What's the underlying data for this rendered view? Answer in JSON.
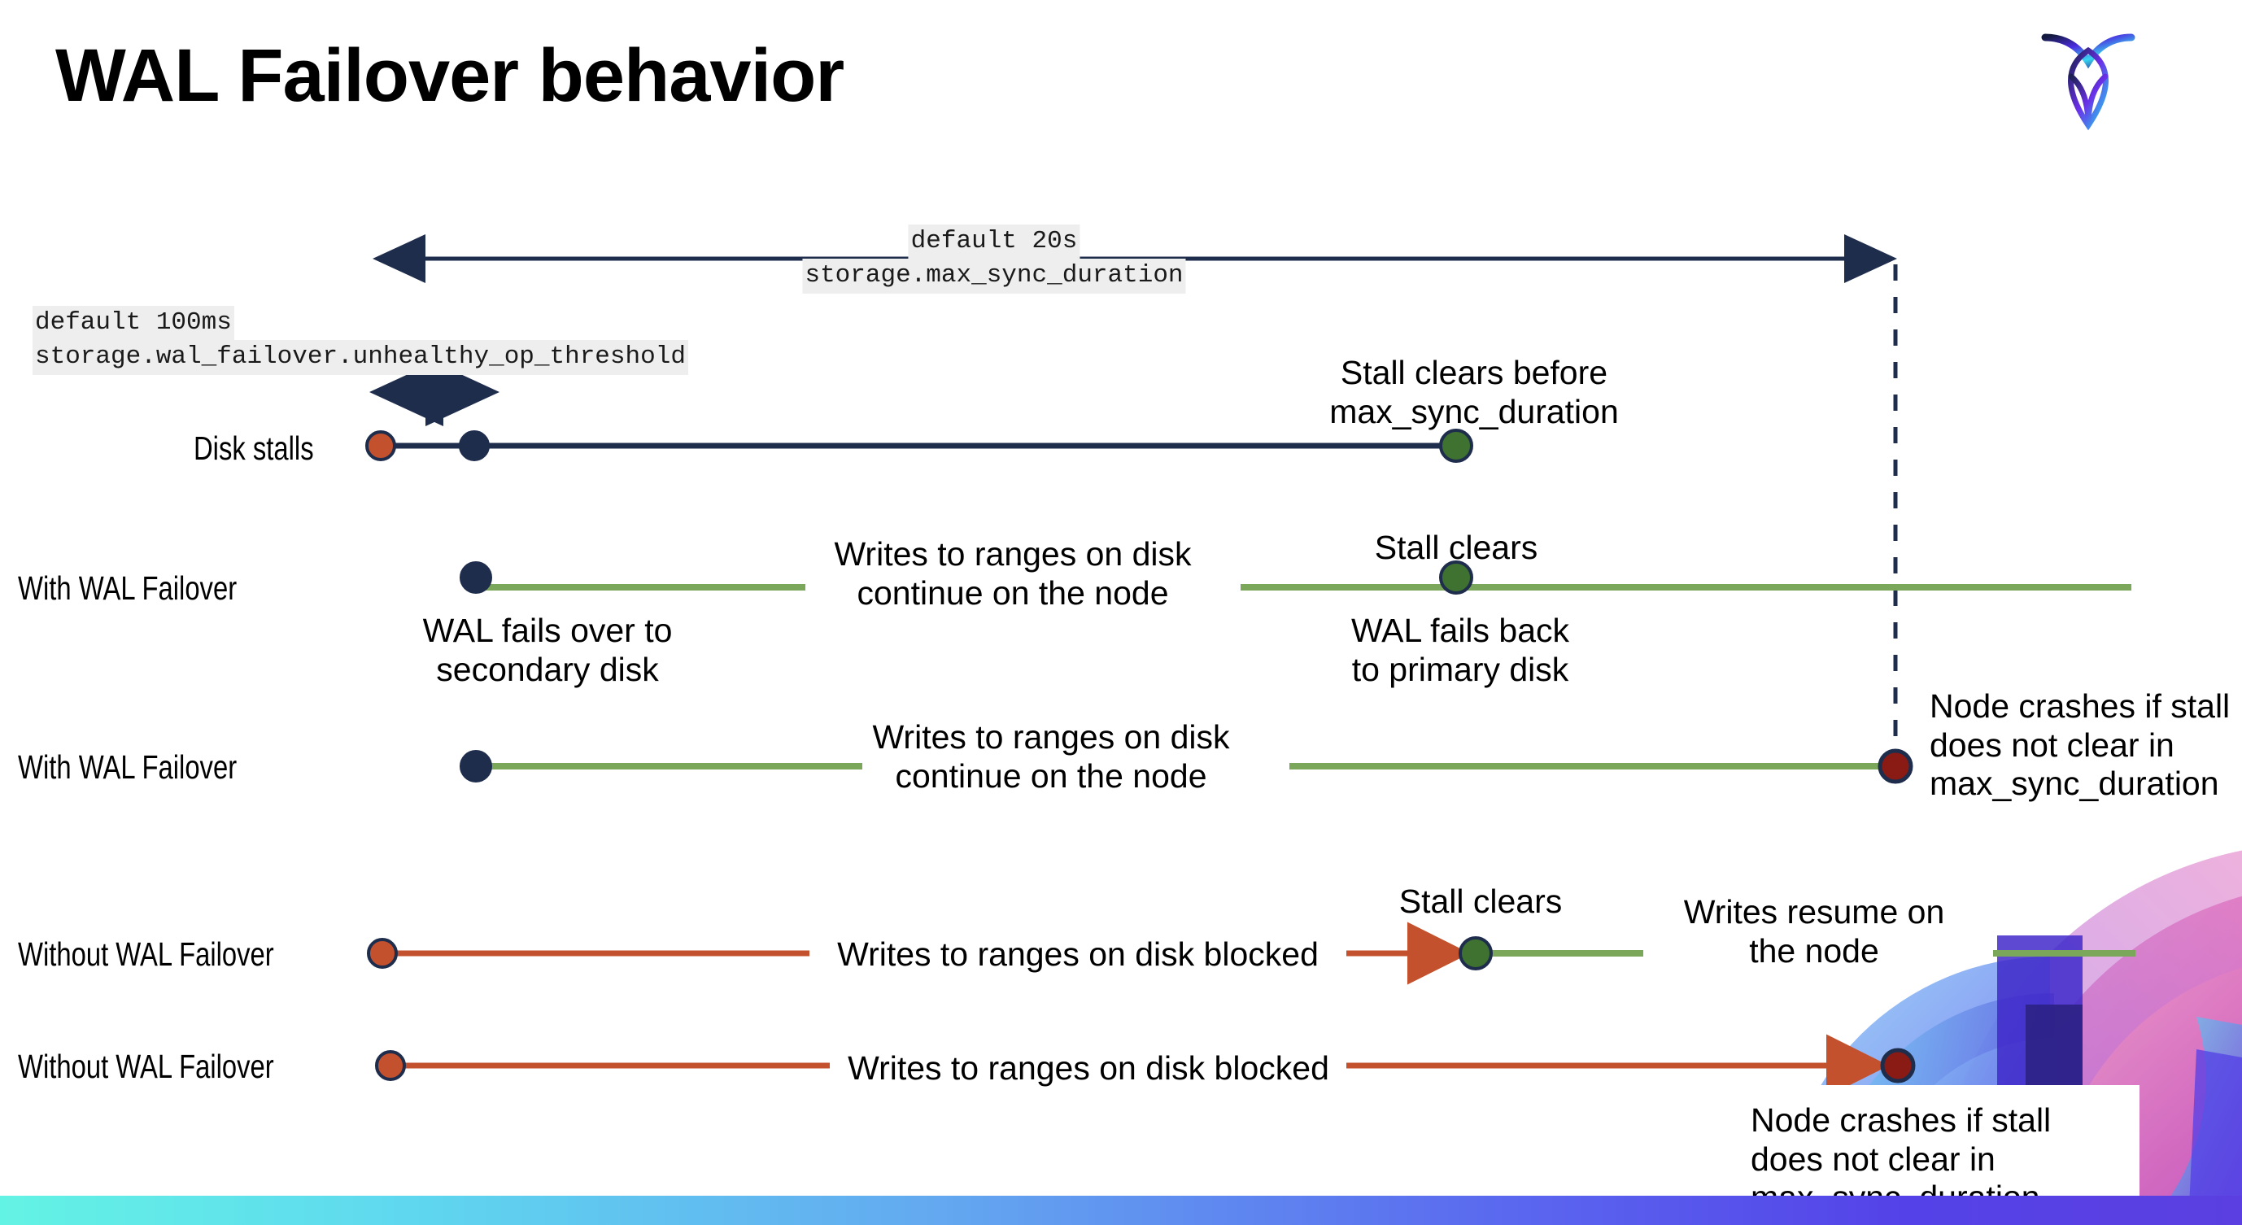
{
  "slide": {
    "title": "WAL Failover behavior",
    "logo_name": "cockroachdb-logo"
  },
  "annotations": {
    "max_sync": {
      "line1": "default 20s",
      "line2": "storage.max_sync_duration"
    },
    "unhealthy": {
      "line1": "default 100ms",
      "line2": "storage.wal_failover.unhealthy_op_threshold"
    }
  },
  "rows": [
    {
      "label": "Disk stalls"
    },
    {
      "label": "With WAL Failover"
    },
    {
      "label": "With WAL Failover"
    },
    {
      "label": "Without WAL Failover"
    },
    {
      "label": "Without WAL Failover"
    }
  ],
  "notes": {
    "stall_clears_before": "Stall clears before\nmax_sync_duration",
    "stall_clears_before_l1": "Stall clears before",
    "stall_clears_before_l2": "max_sync_duration",
    "writes_continue_l1": "Writes to ranges on disk",
    "writes_continue_l2": "continue on the node",
    "stall_clears": "Stall clears",
    "wal_fails_over_l1": "WAL fails over to",
    "wal_fails_over_l2": "secondary disk",
    "wal_fails_back_l1": "WAL fails  back",
    "wal_fails_back_l2": "to primary disk",
    "node_crashes_l1": "Node crashes if stall",
    "node_crashes_l2": "does not clear in",
    "node_crashes_l3": "max_sync_duration",
    "writes_blocked": "Writes to ranges on disk  blocked",
    "writes_resume_l1": "Writes resume on",
    "writes_resume_l2": "the node"
  },
  "colors": {
    "navy": "#1F2D4D",
    "orange": "#C4512E",
    "green_line": "#7BA75B",
    "green_dot": "#3F7230",
    "dark_red": "#8A1A14",
    "mono_highlight": "#EEEEEE"
  }
}
